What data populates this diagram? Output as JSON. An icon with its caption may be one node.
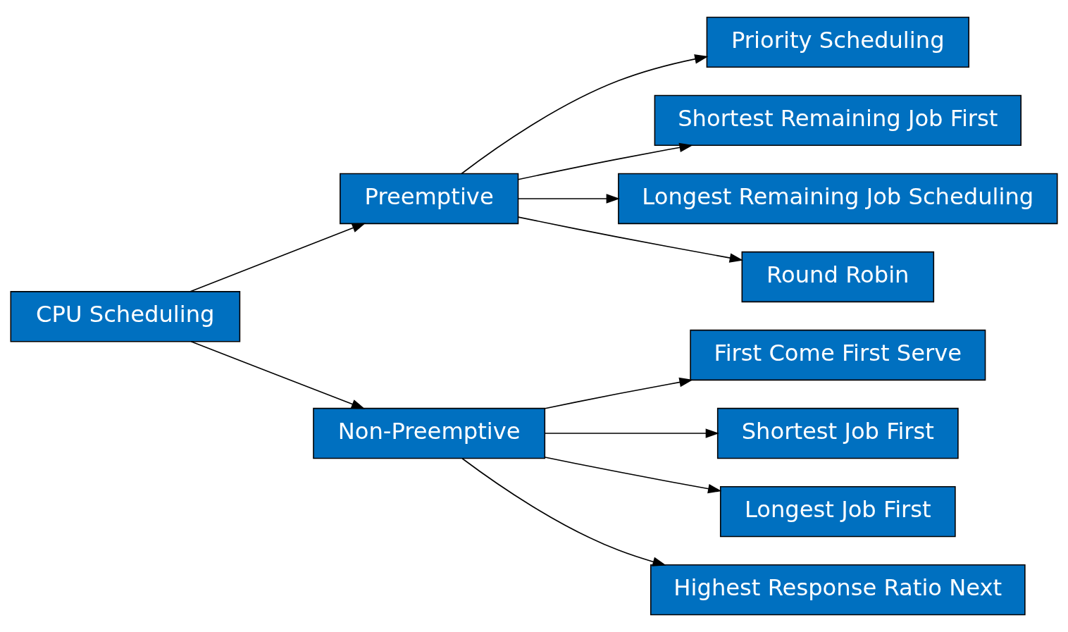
{
  "diagram": {
    "nodes": [
      {
        "text": [
          "CPU Scheduling"
        ]
      },
      {
        "text": [
          "Preemptive"
        ]
      },
      {
        "text": [
          "Non-Preemptive"
        ]
      },
      {
        "text": [
          "Priority Scheduling"
        ]
      },
      {
        "text": [
          "Shortest Remaining Job First"
        ]
      },
      {
        "text": [
          "Longest Remaining Job Scheduling"
        ]
      },
      {
        "text": [
          "Round Robin"
        ]
      },
      {
        "text": [
          "First Come First Serve"
        ]
      },
      {
        "text": [
          "Shortest Job First"
        ]
      },
      {
        "text": [
          "Longest Job First"
        ]
      },
      {
        "text": [
          "Highest Response Ratio Next"
        ]
      }
    ],
    "edges": [
      {
        "from": 0,
        "to": 1,
        "arrow": "to"
      },
      {
        "from": 0,
        "to": 2,
        "arrow": "to"
      },
      {
        "from": 1,
        "to": 3,
        "arrow": "to"
      },
      {
        "from": 1,
        "to": 4,
        "arrow": "to"
      },
      {
        "from": 1,
        "to": 5,
        "arrow": "to"
      },
      {
        "from": 1,
        "to": 6,
        "arrow": "to"
      },
      {
        "from": 2,
        "to": 7,
        "arrow": "to"
      },
      {
        "from": 2,
        "to": 8,
        "arrow": "to"
      },
      {
        "from": 2,
        "to": 9,
        "arrow": "to"
      },
      {
        "from": 2,
        "to": 10,
        "arrow": "to"
      }
    ]
  }
}
